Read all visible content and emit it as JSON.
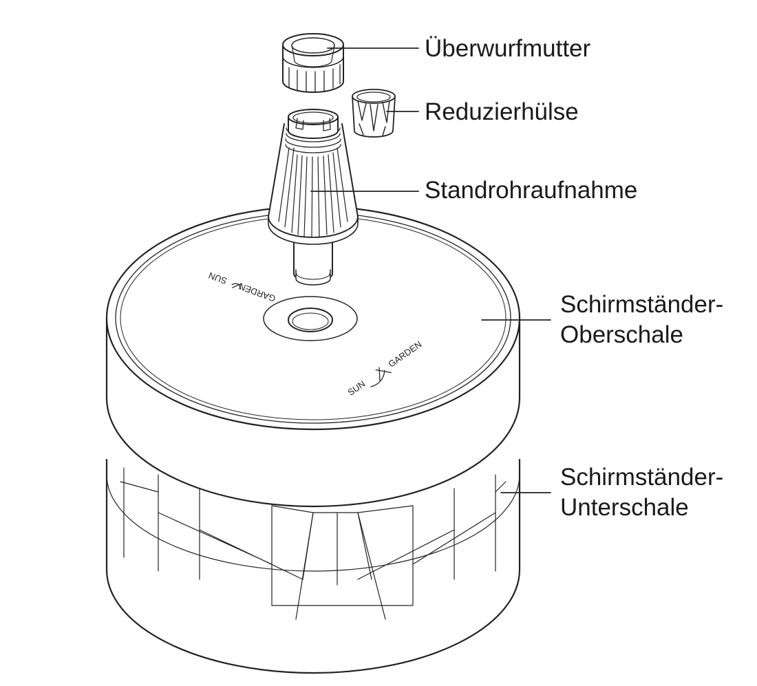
{
  "labels": {
    "nut": "Überwurfmutter",
    "sleeve": "Reduzierhülse",
    "holder": "Standrohraufnahme",
    "upper_line1": "Schirmständer-",
    "upper_line2": "Oberschale",
    "lower_line1": "Schirmständer-",
    "lower_line2": "Unterschale"
  },
  "logo": {
    "sun": "SUN",
    "garden": "GARDEN"
  },
  "colors": {
    "stroke": "#222222",
    "background": "#ffffff"
  }
}
